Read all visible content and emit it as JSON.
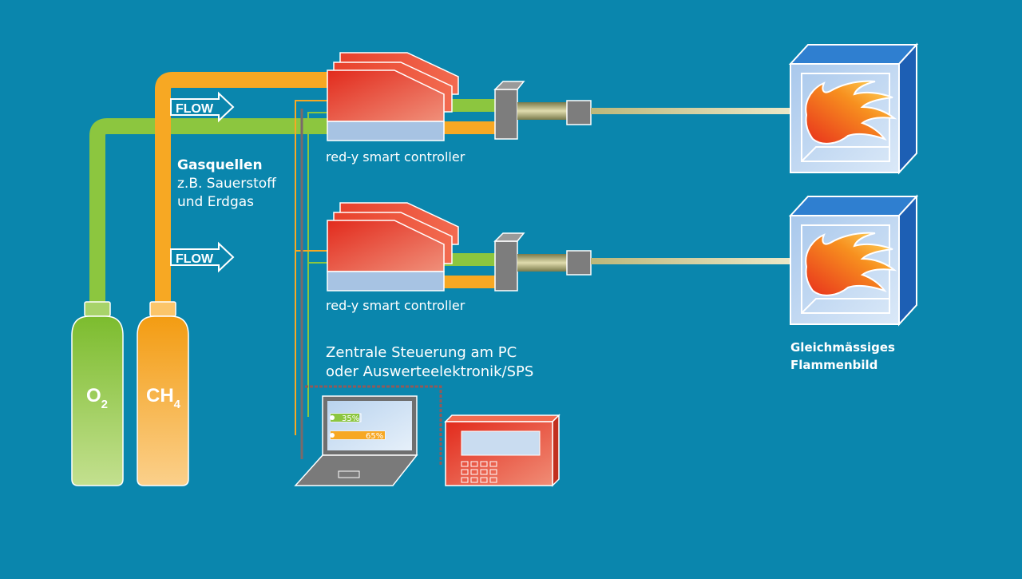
{
  "colors": {
    "background": "#0a86ad",
    "oxygen_line": "#8cc63f",
    "methane_line": "#f7a823",
    "controller_red": "#e8412c",
    "cable": "#6b6b6b",
    "burner_blue": "#2f7fd0"
  },
  "gas_sources": {
    "title": "Gasquellen",
    "line1": "z.B. Sauerstoff",
    "line2": "und Erdgas"
  },
  "cylinders": [
    {
      "symbol": "O",
      "subscript": "2"
    },
    {
      "symbol": "CH",
      "subscript": "4"
    }
  ],
  "flow_labels": [
    "FLOW",
    "FLOW"
  ],
  "controllers": [
    {
      "label": "red-y smart controller"
    },
    {
      "label": "red-y smart controller"
    }
  ],
  "control": {
    "line1": "Zentrale Steuerung am PC",
    "line2": "oder Auswerteelektronik/SPS"
  },
  "laptop_bars": [
    {
      "value": "35%",
      "fraction": 0.35
    },
    {
      "value": "65%",
      "fraction": 0.65
    }
  ],
  "result": {
    "line1": "Gleichmässiges",
    "line2": "Flammenbild"
  },
  "icons": [
    "flame-icon",
    "laptop-icon",
    "plc-controller-icon",
    "gas-cylinder-icon",
    "flow-arrow-icon"
  ]
}
